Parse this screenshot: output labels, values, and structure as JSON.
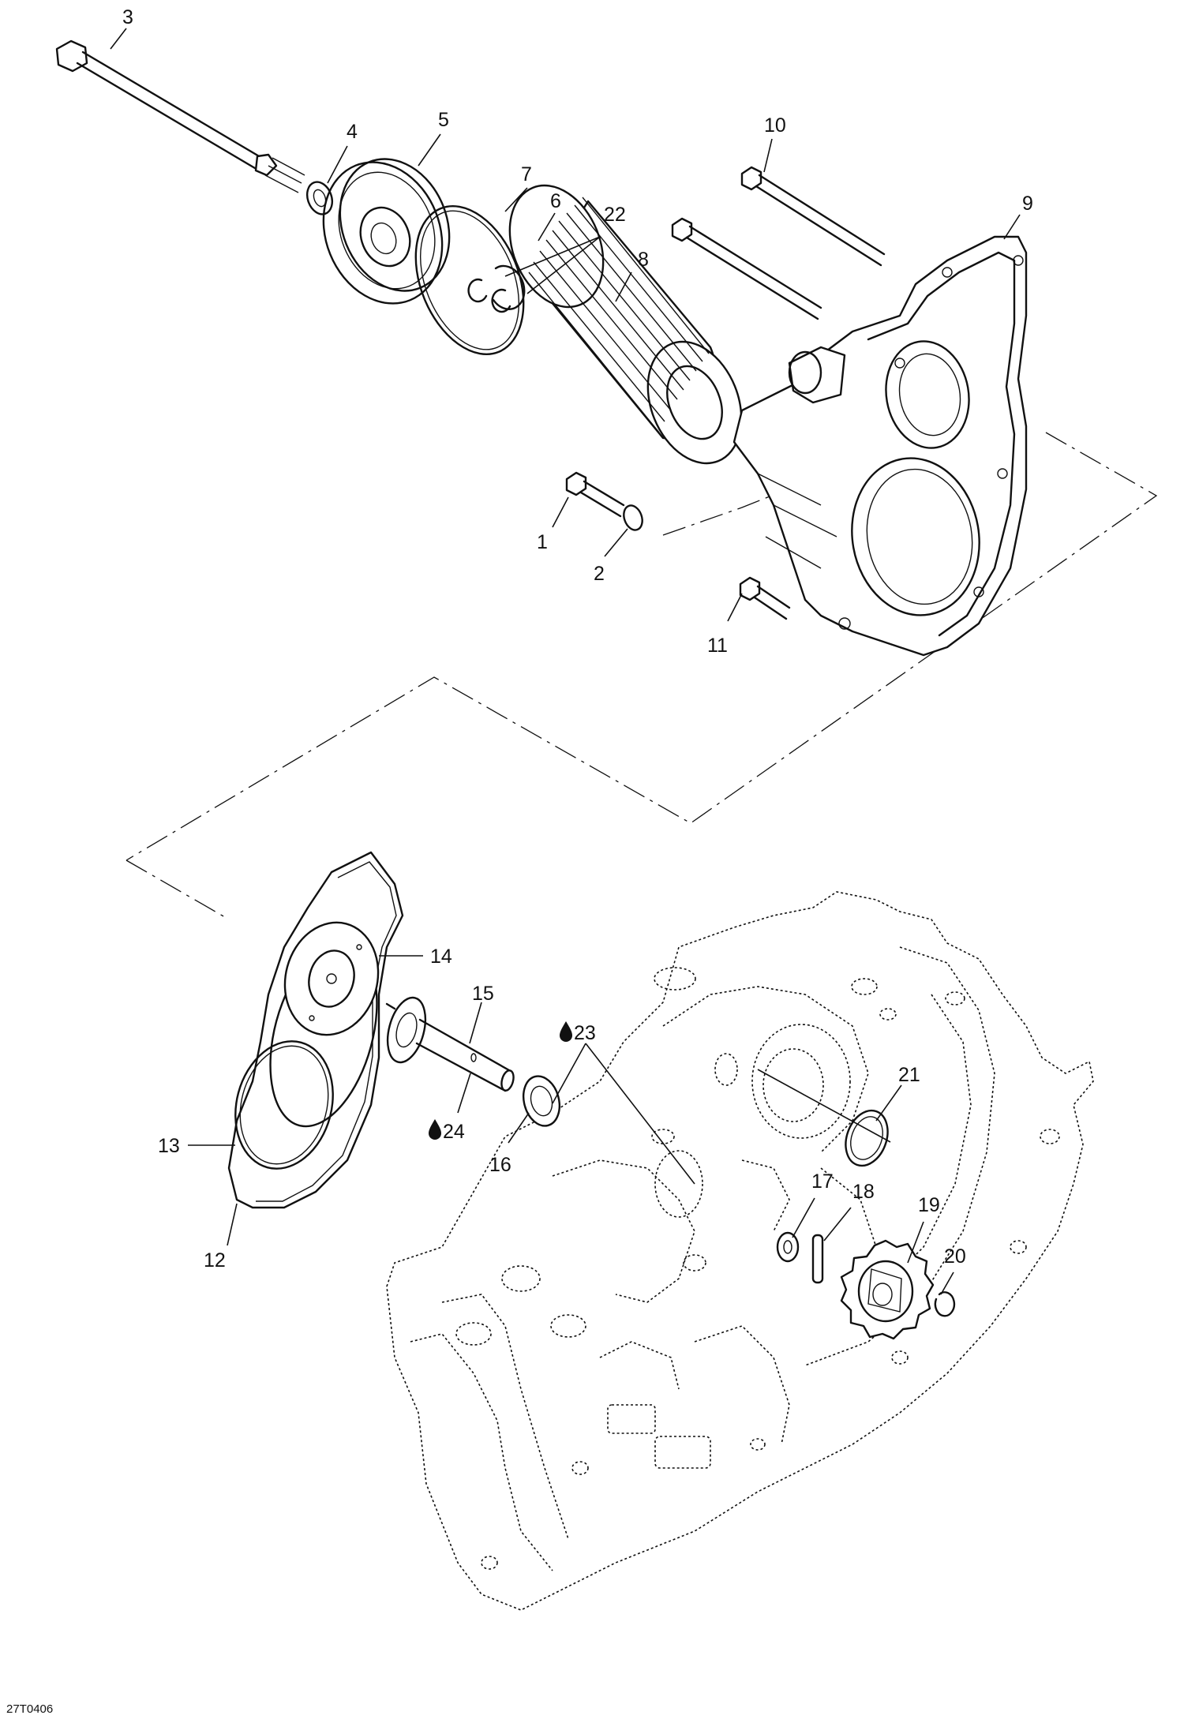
{
  "callouts": {
    "c1": "1",
    "c2": "2",
    "c3": "3",
    "c4": "4",
    "c5": "5",
    "c6": "6",
    "c7": "7",
    "c8": "8",
    "c9": "9",
    "c10": "10",
    "c11": "11",
    "c12": "12",
    "c13": "13",
    "c14": "14",
    "c15": "15",
    "c16": "16",
    "c17": "17",
    "c18": "18",
    "c19": "19",
    "c20": "20",
    "c21": "21",
    "c22": "22",
    "c23": "23",
    "c24": "24"
  },
  "symbols": {
    "lubricant_icon": "drop-icon"
  },
  "reference_code": "27T0406"
}
